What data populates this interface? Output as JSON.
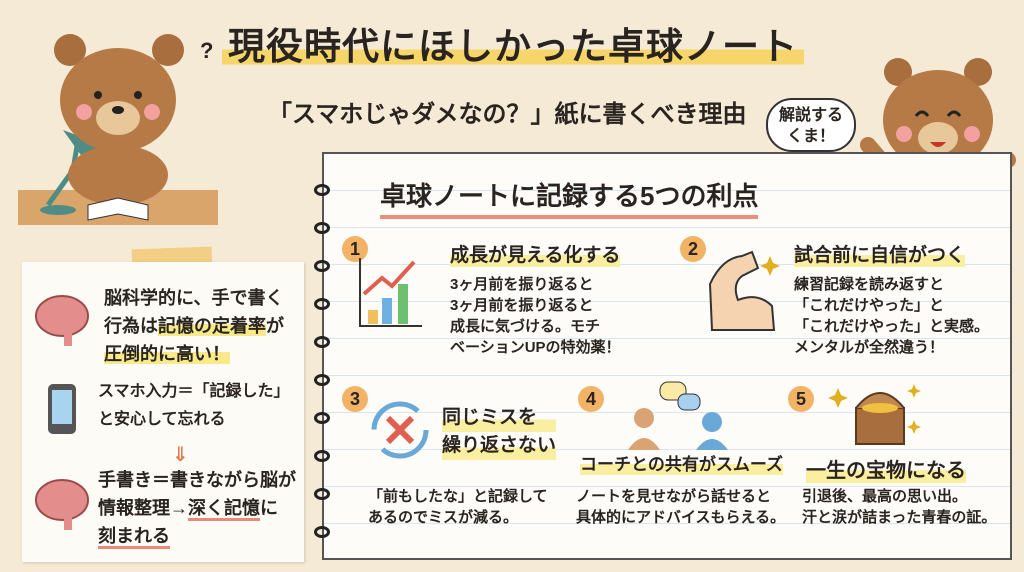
{
  "title": "現役時代にほしかった卓球ノート",
  "subtitle": "「スマホじゃダメなの？」紙に書くべき理由",
  "bubble": {
    "line1": "解説する",
    "line2": "くま！"
  },
  "question_mark": "?",
  "left_card": {
    "brain1": {
      "pre": "脳科学的に、手で書く",
      "mid_pre": "行為は",
      "highlight1": "記憶の定着率",
      "mid_post": "が",
      "highlight2": "圧倒的に高い！"
    },
    "phone": {
      "line1": "スマホ入力＝「記録した」",
      "line2": "と安心して忘れる"
    },
    "arrow": "⇓",
    "brain2": {
      "line1": "手書き＝書きながら脳が",
      "line2_pre": "情報整理→",
      "line2_ul": "深く記憶",
      "line2_post": "に",
      "line3_ul": "刻まれる"
    }
  },
  "notebook": {
    "heading": "卓球ノートに記録する5つの利点",
    "items": [
      {
        "num": "1",
        "title": "成長が見える化する",
        "body": [
          "3ヶ月前を振り返ると",
          "3ヶ月前を振り返ると",
          "成長に気づける。モチ",
          "ベーションUPの特効薬！"
        ]
      },
      {
        "num": "2",
        "title": "試合前に自信がつく",
        "body": [
          "練習記録を読み返すと",
          "「これだけやった」と",
          "「これだけやった」と実感。",
          "メンタルが全然違う！"
        ]
      },
      {
        "num": "3",
        "title_lines": [
          "同じミスを",
          "繰り返さない"
        ],
        "body": [
          "「前もしたな」と記録して",
          "あるのでミスが減る。"
        ]
      },
      {
        "num": "4",
        "title": "コーチとの共有がスムーズ",
        "body": [
          "ノートを見せながら話せると",
          "具体的にアドバイスもらえる。"
        ]
      },
      {
        "num": "5",
        "title": "一生の宝物になる",
        "body": [
          "引退後、最高の思い出。",
          "汗と涙が詰まった青春の証。"
        ]
      }
    ]
  }
}
